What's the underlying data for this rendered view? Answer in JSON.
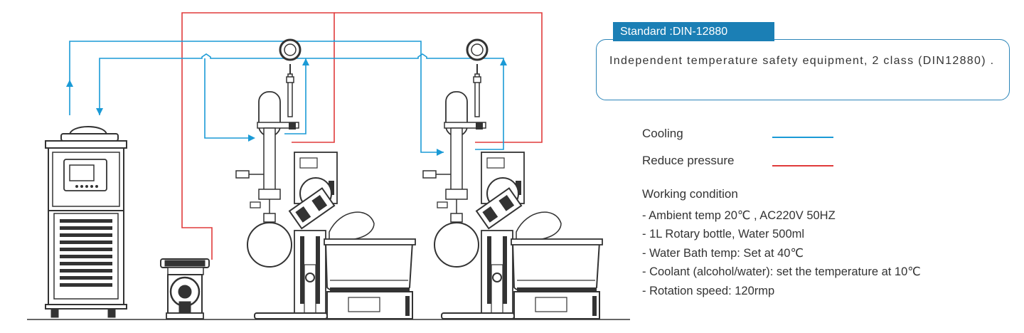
{
  "standard": {
    "tag": "Standard :DIN-12880",
    "description": "Independent temperature safety equipment, 2 class (DIN12880) ."
  },
  "legend": [
    {
      "label": "Cooling",
      "color": "#1a9ad6"
    },
    {
      "label": "Reduce pressure",
      "color": "#e03a3a"
    }
  ],
  "working_condition": {
    "title": "Working condition",
    "items": [
      "- Ambient temp 20℃ , AC220V 50HZ",
      "- 1L Rotary bottle, Water 500ml",
      "- Water Bath temp: Set at 40℃",
      "- Coolant (alcohol/water): set the temperature at 10℃",
      "- Rotation speed: 120rmp"
    ]
  },
  "icons": {
    "chiller": "recirculating-chiller-icon",
    "pump": "vacuum-pump-icon",
    "evaporator": "rotary-evaporator-icon"
  },
  "colors": {
    "cooling": "#1a9ad6",
    "vacuum": "#e03a3a",
    "accent": "#1b7fb5",
    "equipment": "#333333"
  }
}
